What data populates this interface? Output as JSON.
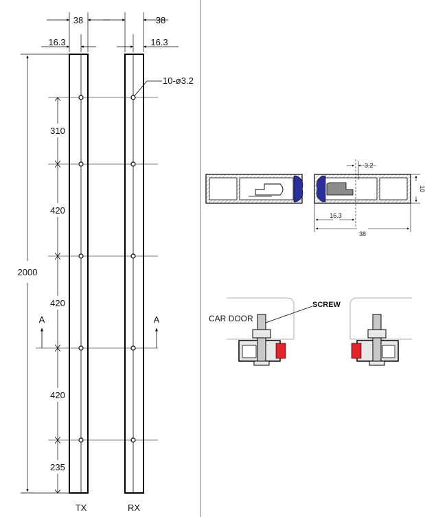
{
  "colors": {
    "line": "#000000",
    "thin_line": "#333333",
    "separator": "#bdbdbd",
    "gasket_blue": "#2b2f9e",
    "gasket_red": "#e3232b",
    "lens_fill": "#8c8c8c",
    "block_fill": "#c8c8c8",
    "profile_fill": "#e8e8e8"
  },
  "elevation": {
    "top_width": "38",
    "inner_offset": "16.3",
    "holes": "10-ø3.2",
    "total_length": "2000",
    "spacings": [
      "310",
      "420",
      "420",
      "420",
      "235"
    ],
    "section_marker": "A",
    "tx_label": "TX",
    "rx_label": "RX"
  },
  "cross_section": {
    "hole_dia": "3.2",
    "height": "10",
    "offset": "16.3",
    "width": "38"
  },
  "mounting": {
    "car_door_label": "CAR DOOR",
    "screw_label": "SCREW"
  }
}
